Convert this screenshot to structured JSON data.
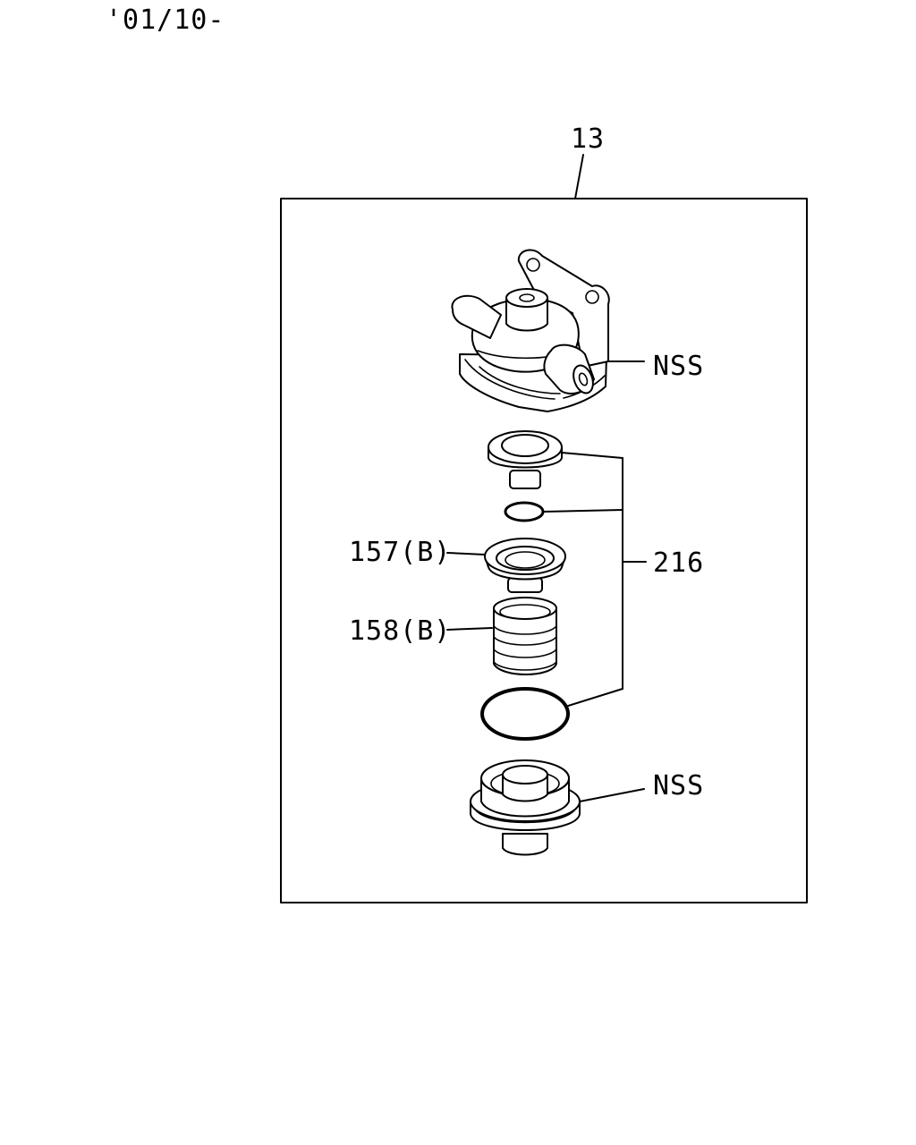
{
  "date_code": "'01/10-",
  "callouts": {
    "assembly": "13",
    "housing": "NSS",
    "kit": "216",
    "part_157": "157(B)",
    "part_158": "158(B)",
    "cover": "NSS"
  }
}
